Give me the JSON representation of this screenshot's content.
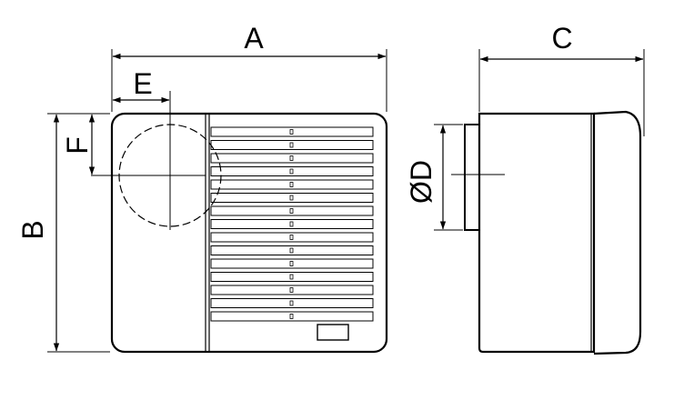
{
  "dimensions": {
    "A": "A",
    "B": "B",
    "C": "C",
    "D": "ØD",
    "E": "E",
    "F": "F"
  },
  "louvers": {
    "count": 15
  }
}
